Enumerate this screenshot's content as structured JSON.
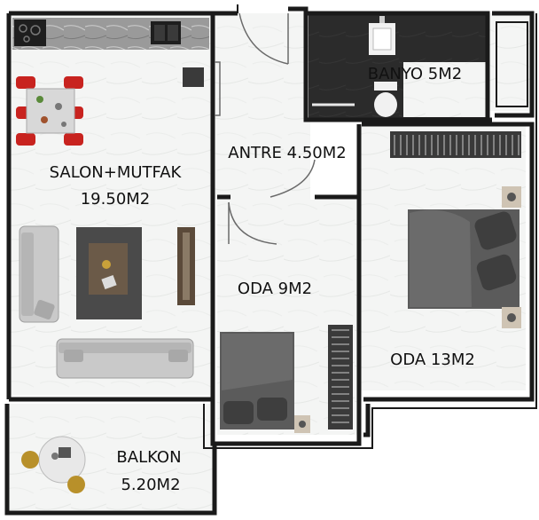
{
  "colors": {
    "wall": "#1a1a1a",
    "floor": "#f4f5f4",
    "bath_floor": "#2b2b2b",
    "counter": "#8f8f8f",
    "sofa": "#c9c9c9",
    "rug": "#4a4a4a",
    "bed": "#5b5b5b",
    "chair": "#c8231f",
    "balcony_chair": "#b8902a",
    "wardrobe": "#3a3a3a"
  },
  "rooms": {
    "salon_name": "SALON+MUTFAK",
    "salon_area": "19.50M2",
    "banyo": "BANYO 5M2",
    "antre": "ANTRE 4.50M2",
    "oda_small": "ODA 9M2",
    "oda_large": "ODA 13M2",
    "balkon_name": "BALKON",
    "balkon_area": "5.20M2"
  },
  "icons": [
    "stove-icon",
    "sink-icon",
    "dining-table-icon",
    "sofa-icon",
    "coffee-table-icon",
    "tv-unit-icon",
    "bed-icon",
    "wardrobe-icon",
    "toilet-icon",
    "washbasin-icon",
    "nightstand-icon",
    "door-swing-icon"
  ]
}
